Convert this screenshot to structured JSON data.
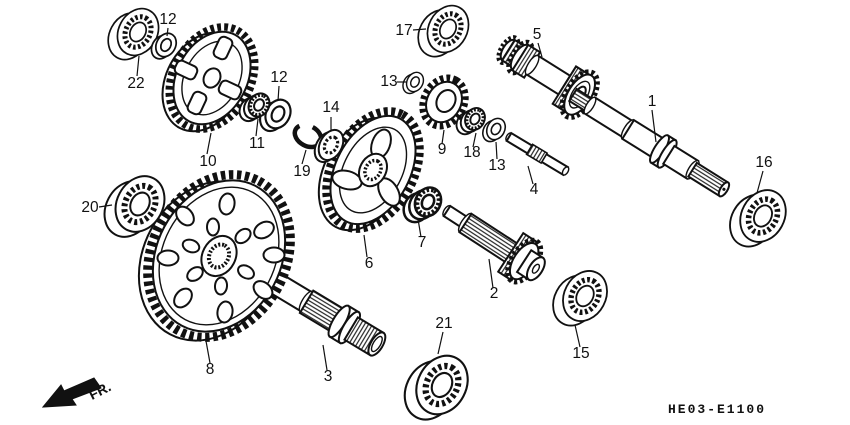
{
  "diagram": {
    "code": "HE03-E1100",
    "fr_label": "FR.",
    "background_color": "#ffffff",
    "line_color": "#111111"
  },
  "callouts": [
    {
      "text": "22",
      "part_type": "ball-bearing"
    },
    {
      "text": "12",
      "part_type": "seal-ring"
    },
    {
      "text": "10",
      "part_type": "gear"
    },
    {
      "text": "11",
      "part_type": "bushing"
    },
    {
      "text": "12",
      "part_type": "seal-ring"
    },
    {
      "text": "19",
      "part_type": "snap-ring"
    },
    {
      "text": "14",
      "part_type": "spline-washer"
    },
    {
      "text": "6",
      "part_type": "gear"
    },
    {
      "text": "17",
      "part_type": "ball-bearing"
    },
    {
      "text": "13",
      "part_type": "washer"
    },
    {
      "text": "9",
      "part_type": "gear"
    },
    {
      "text": "18",
      "part_type": "needle-bearing"
    },
    {
      "text": "13",
      "part_type": "washer"
    },
    {
      "text": "4",
      "part_type": "pin-shaft"
    },
    {
      "text": "5",
      "part_type": "gear-cluster"
    },
    {
      "text": "1",
      "part_type": "shaft"
    },
    {
      "text": "16",
      "part_type": "ball-bearing"
    },
    {
      "text": "20",
      "part_type": "ball-bearing"
    },
    {
      "text": "8",
      "part_type": "gear"
    },
    {
      "text": "3",
      "part_type": "shaft"
    },
    {
      "text": "7",
      "part_type": "collar"
    },
    {
      "text": "2",
      "part_type": "gear-shaft"
    },
    {
      "text": "21",
      "part_type": "ball-bearing"
    },
    {
      "text": "15",
      "part_type": "ball-bearing"
    }
  ]
}
